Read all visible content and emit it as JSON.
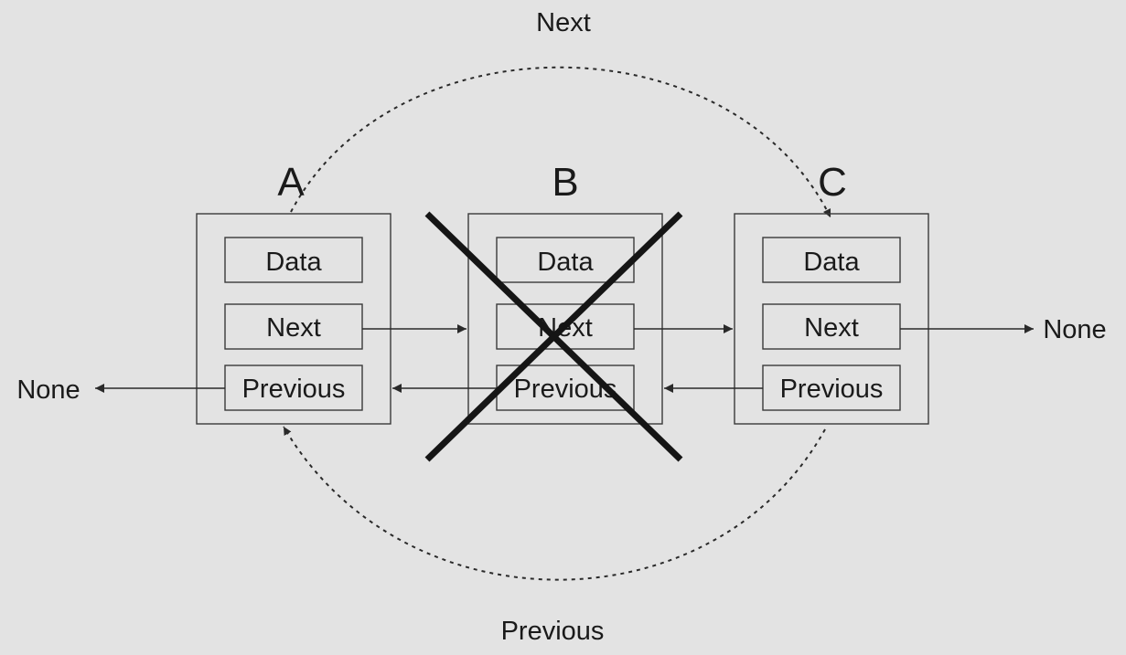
{
  "diagram": {
    "nodes": [
      {
        "id": "a",
        "letter": "A",
        "fields": {
          "data": "Data",
          "next": "Next",
          "previous": "Previous"
        }
      },
      {
        "id": "b",
        "letter": "B",
        "deleted": true,
        "fields": {
          "data": "Data",
          "next": "Next",
          "previous": "Previous"
        }
      },
      {
        "id": "c",
        "letter": "C",
        "fields": {
          "data": "Data",
          "next": "Next",
          "previous": "Previous"
        }
      }
    ],
    "null_left": "None",
    "null_right": "None",
    "bypass_next_label": "Next",
    "bypass_previous_label": "Previous"
  },
  "colors": {
    "background": "#e3e3e3",
    "stroke": "#3a3a3a",
    "cross": "#151515"
  }
}
